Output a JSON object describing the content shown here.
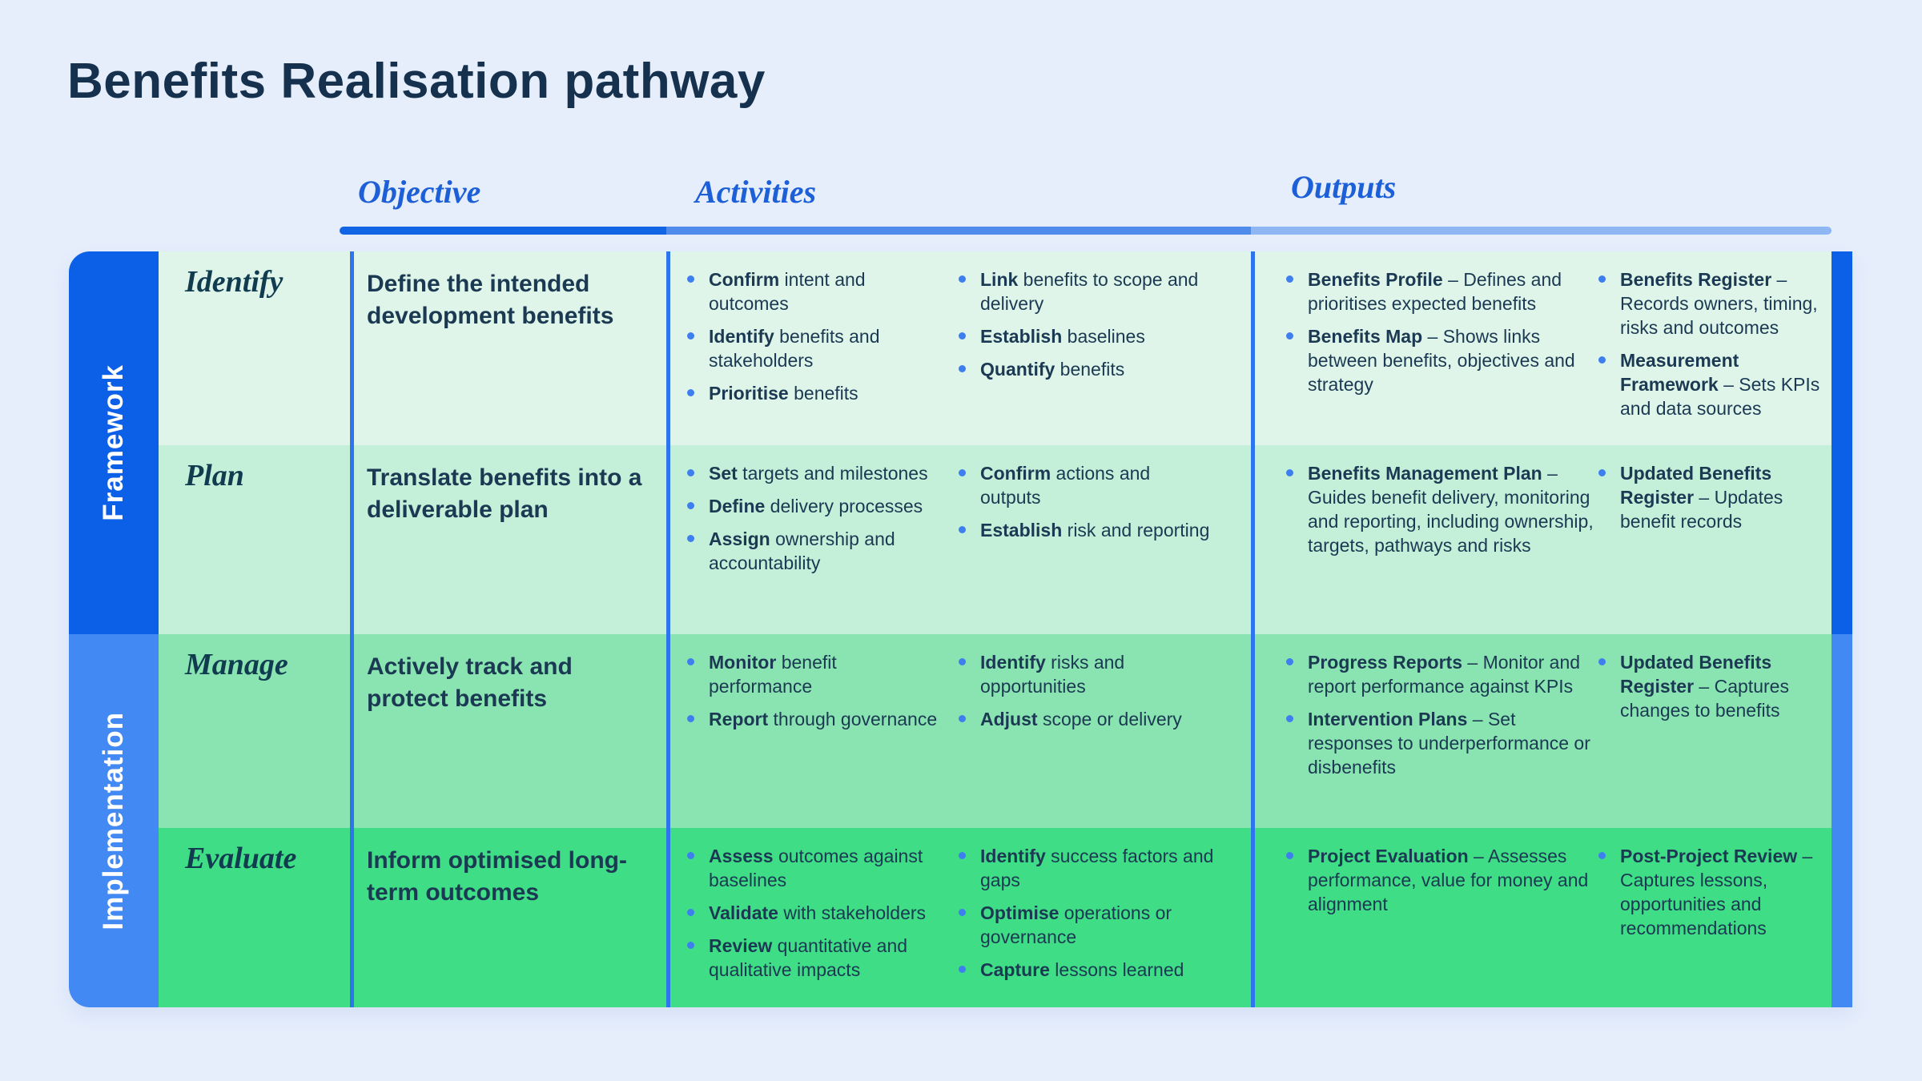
{
  "page": {
    "title": "Benefits Realisation pathway"
  },
  "columns": [
    {
      "id": "objective",
      "label": "Objective"
    },
    {
      "id": "activities",
      "label": "Activities"
    },
    {
      "id": "outputs",
      "label": "Outputs"
    }
  ],
  "groups": [
    {
      "label": "Framework",
      "color": "#0c60e8",
      "row_span": [
        "Identify",
        "Plan"
      ]
    },
    {
      "label": "Implementation",
      "color": "#4289f3",
      "row_span": [
        "Manage",
        "Evaluate"
      ]
    }
  ],
  "rows": [
    {
      "phase": "Identify",
      "row_color": "#dff5e9",
      "objective": "Define the intended development benefits",
      "activities": [
        [
          {
            "lead": "Confirm",
            "rest": "intent and outcomes"
          },
          {
            "lead": "Identify",
            "rest": "benefits and stakeholders"
          },
          {
            "lead": "Prioritise",
            "rest": "benefits"
          }
        ],
        [
          {
            "lead": "Link",
            "rest": "benefits to scope and delivery"
          },
          {
            "lead": "Establish",
            "rest": "baselines"
          },
          {
            "lead": "Quantify",
            "rest": "benefits"
          }
        ]
      ],
      "outputs": [
        [
          {
            "lead": "Benefits Profile",
            "rest": "Defines and prioritises expected benefits"
          },
          {
            "lead": "Benefits Map",
            "rest": "Shows links between benefits, objectives and strategy"
          }
        ],
        [
          {
            "lead": "Benefits Register",
            "rest": "Records owners, timing, risks and outcomes"
          },
          {
            "lead": "Measurement Framework",
            "rest": "Sets KPIs and data sources"
          }
        ]
      ]
    },
    {
      "phase": "Plan",
      "row_color": "#c4efd9",
      "objective": "Translate benefits into a deliverable plan",
      "activities": [
        [
          {
            "lead": "Set",
            "rest": "targets and milestones"
          },
          {
            "lead": "Define",
            "rest": "delivery processes"
          },
          {
            "lead": "Assign",
            "rest": "ownership and accountability"
          }
        ],
        [
          {
            "lead": "Confirm",
            "rest": "actions and outputs"
          },
          {
            "lead": "Establish",
            "rest": "risk and reporting"
          }
        ]
      ],
      "outputs": [
        [
          {
            "lead": "Benefits Management Plan",
            "rest": "Guides benefit delivery, monitoring and reporting, including ownership, targets, pathways and risks"
          }
        ],
        [
          {
            "lead": "Updated Benefits Register",
            "rest": "Updates benefit records"
          }
        ]
      ]
    },
    {
      "phase": "Manage",
      "row_color": "#8ae4b1",
      "objective": "Actively track and protect benefits",
      "activities": [
        [
          {
            "lead": "Monitor",
            "rest": "benefit performance"
          },
          {
            "lead": "Report",
            "rest": "through governance"
          }
        ],
        [
          {
            "lead": "Identify",
            "rest": "risks and opportunities"
          },
          {
            "lead": "Adjust",
            "rest": "scope or delivery"
          }
        ]
      ],
      "outputs": [
        [
          {
            "lead": "Progress Reports",
            "rest": "Monitor and report performance against KPIs"
          },
          {
            "lead": "Intervention Plans",
            "rest": "Set responses to underperformance or disbenefits"
          }
        ],
        [
          {
            "lead": "Updated Benefits Register",
            "rest": "Captures changes to benefits"
          }
        ]
      ]
    },
    {
      "phase": "Evaluate",
      "row_color": "#3edd86",
      "objective": "Inform optimised long-term outcomes",
      "activities": [
        [
          {
            "lead": "Assess",
            "rest": "outcomes against baselines"
          },
          {
            "lead": "Validate",
            "rest": "with stakeholders"
          },
          {
            "lead": "Review",
            "rest": "quantitative and qualitative impacts"
          }
        ],
        [
          {
            "lead": "Identify",
            "rest": "success factors and gaps"
          },
          {
            "lead": "Optimise",
            "rest": "operations or governance"
          },
          {
            "lead": "Capture",
            "rest": "lessons learned"
          }
        ]
      ],
      "outputs": [
        [
          {
            "lead": "Project Evaluation",
            "rest": "Assesses performance, value for money and alignment"
          }
        ],
        [
          {
            "lead": "Post-Project Review",
            "rest": "Captures lessons, opportunities and recommendations"
          }
        ]
      ]
    }
  ],
  "colors": {
    "background": "#e6eefc",
    "title": "#15314d",
    "header_text": "#1c5fd6",
    "underline_segments": [
      "#1164e4",
      "#4f8ceb",
      "#8fb7f4"
    ],
    "divider": "#2e74ec",
    "bullet": "#3e7ff0",
    "body_text": "#1b3952"
  }
}
